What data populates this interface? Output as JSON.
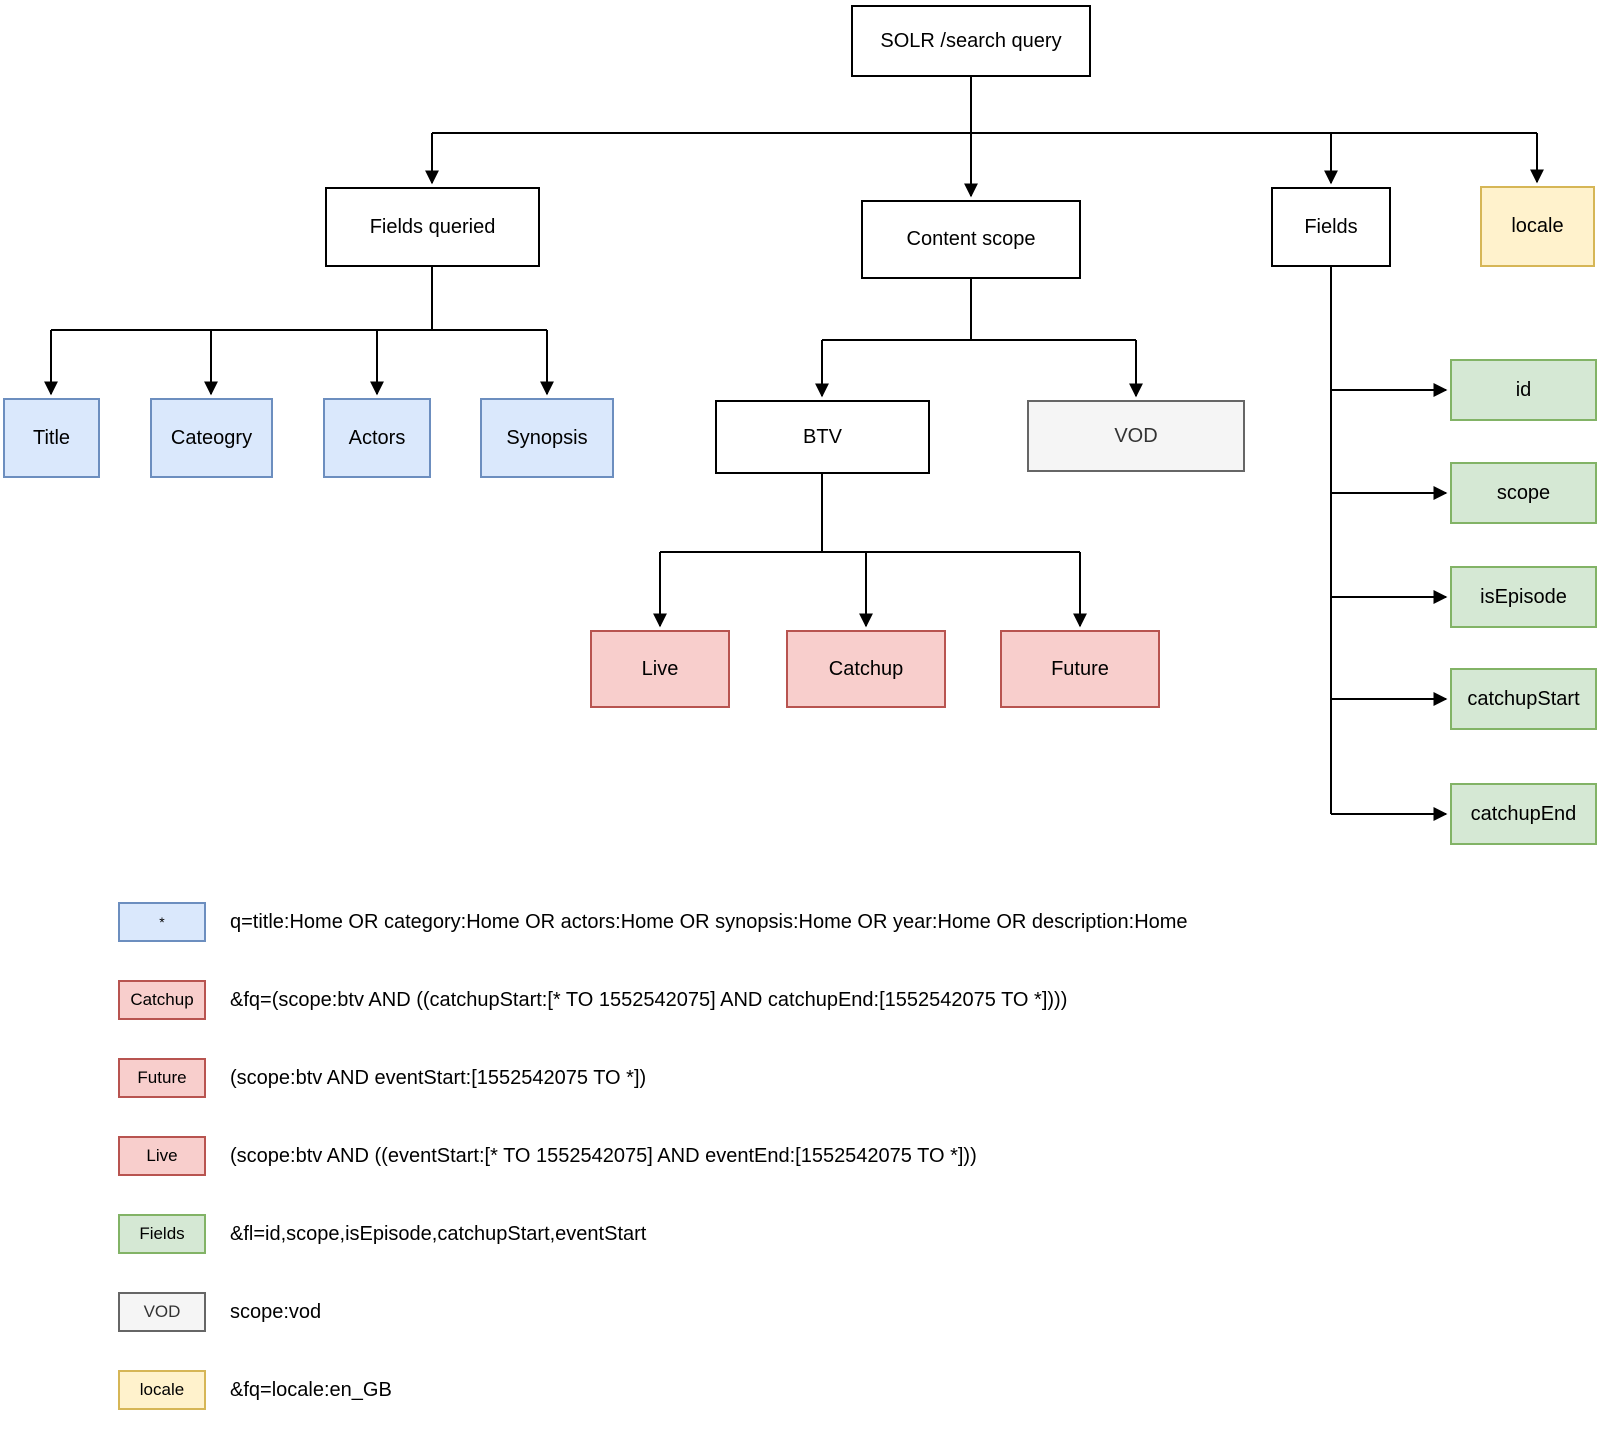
{
  "diagram": {
    "root": {
      "label": "SOLR /search query"
    },
    "level1": {
      "fields_queried": {
        "label": "Fields queried"
      },
      "content_scope": {
        "label": "Content scope"
      },
      "fields": {
        "label": "Fields"
      },
      "locale": {
        "label": "locale"
      }
    },
    "queried_fields": {
      "title": {
        "label": "Title"
      },
      "category": {
        "label": "Cateogry"
      },
      "actors": {
        "label": "Actors"
      },
      "synopsis": {
        "label": "Synopsis"
      }
    },
    "scopes": {
      "btv": {
        "label": "BTV"
      },
      "vod": {
        "label": "VOD"
      }
    },
    "btv_modes": {
      "live": {
        "label": "Live"
      },
      "catchup": {
        "label": "Catchup"
      },
      "future": {
        "label": "Future"
      }
    },
    "field_list": {
      "id": {
        "label": "id"
      },
      "scope": {
        "label": "scope"
      },
      "is_episode": {
        "label": "isEpisode"
      },
      "catchup_start": {
        "label": "catchupStart"
      },
      "catchup_end": {
        "label": "catchupEnd"
      }
    }
  },
  "legend": {
    "rows": [
      {
        "box": "*",
        "style": "blue",
        "text": "q=title:Home OR category:Home OR actors:Home OR synopsis:Home OR year:Home OR description:Home"
      },
      {
        "box": "Catchup",
        "style": "red",
        "text": "&fq=(scope:btv AND ((catchupStart:[* TO 1552542075] AND catchupEnd:[1552542075 TO *])))"
      },
      {
        "box": "Future",
        "style": "red",
        "text": "(scope:btv AND eventStart:[1552542075 TO *])"
      },
      {
        "box": "Live",
        "style": "red",
        "text": "(scope:btv AND ((eventStart:[* TO 1552542075] AND eventEnd:[1552542075 TO *]))"
      },
      {
        "box": "Fields",
        "style": "green",
        "text": "&fl=id,scope,isEpisode,catchupStart,eventStart"
      },
      {
        "box": "VOD",
        "style": "gray",
        "text": "scope:vod"
      },
      {
        "box": "locale",
        "style": "yellow",
        "text": "&fq=locale:en_GB"
      }
    ]
  },
  "colors": {
    "blue_fill": "#dae8fc",
    "blue_border": "#6c8ebf",
    "red_fill": "#f8cecc",
    "red_border": "#b85450",
    "green_fill": "#d5e8d4",
    "green_border": "#82b366",
    "yellow_fill": "#fff2cc",
    "yellow_border": "#d6b656",
    "gray_fill": "#f5f5f5",
    "gray_border": "#666666",
    "line": "#000000"
  }
}
